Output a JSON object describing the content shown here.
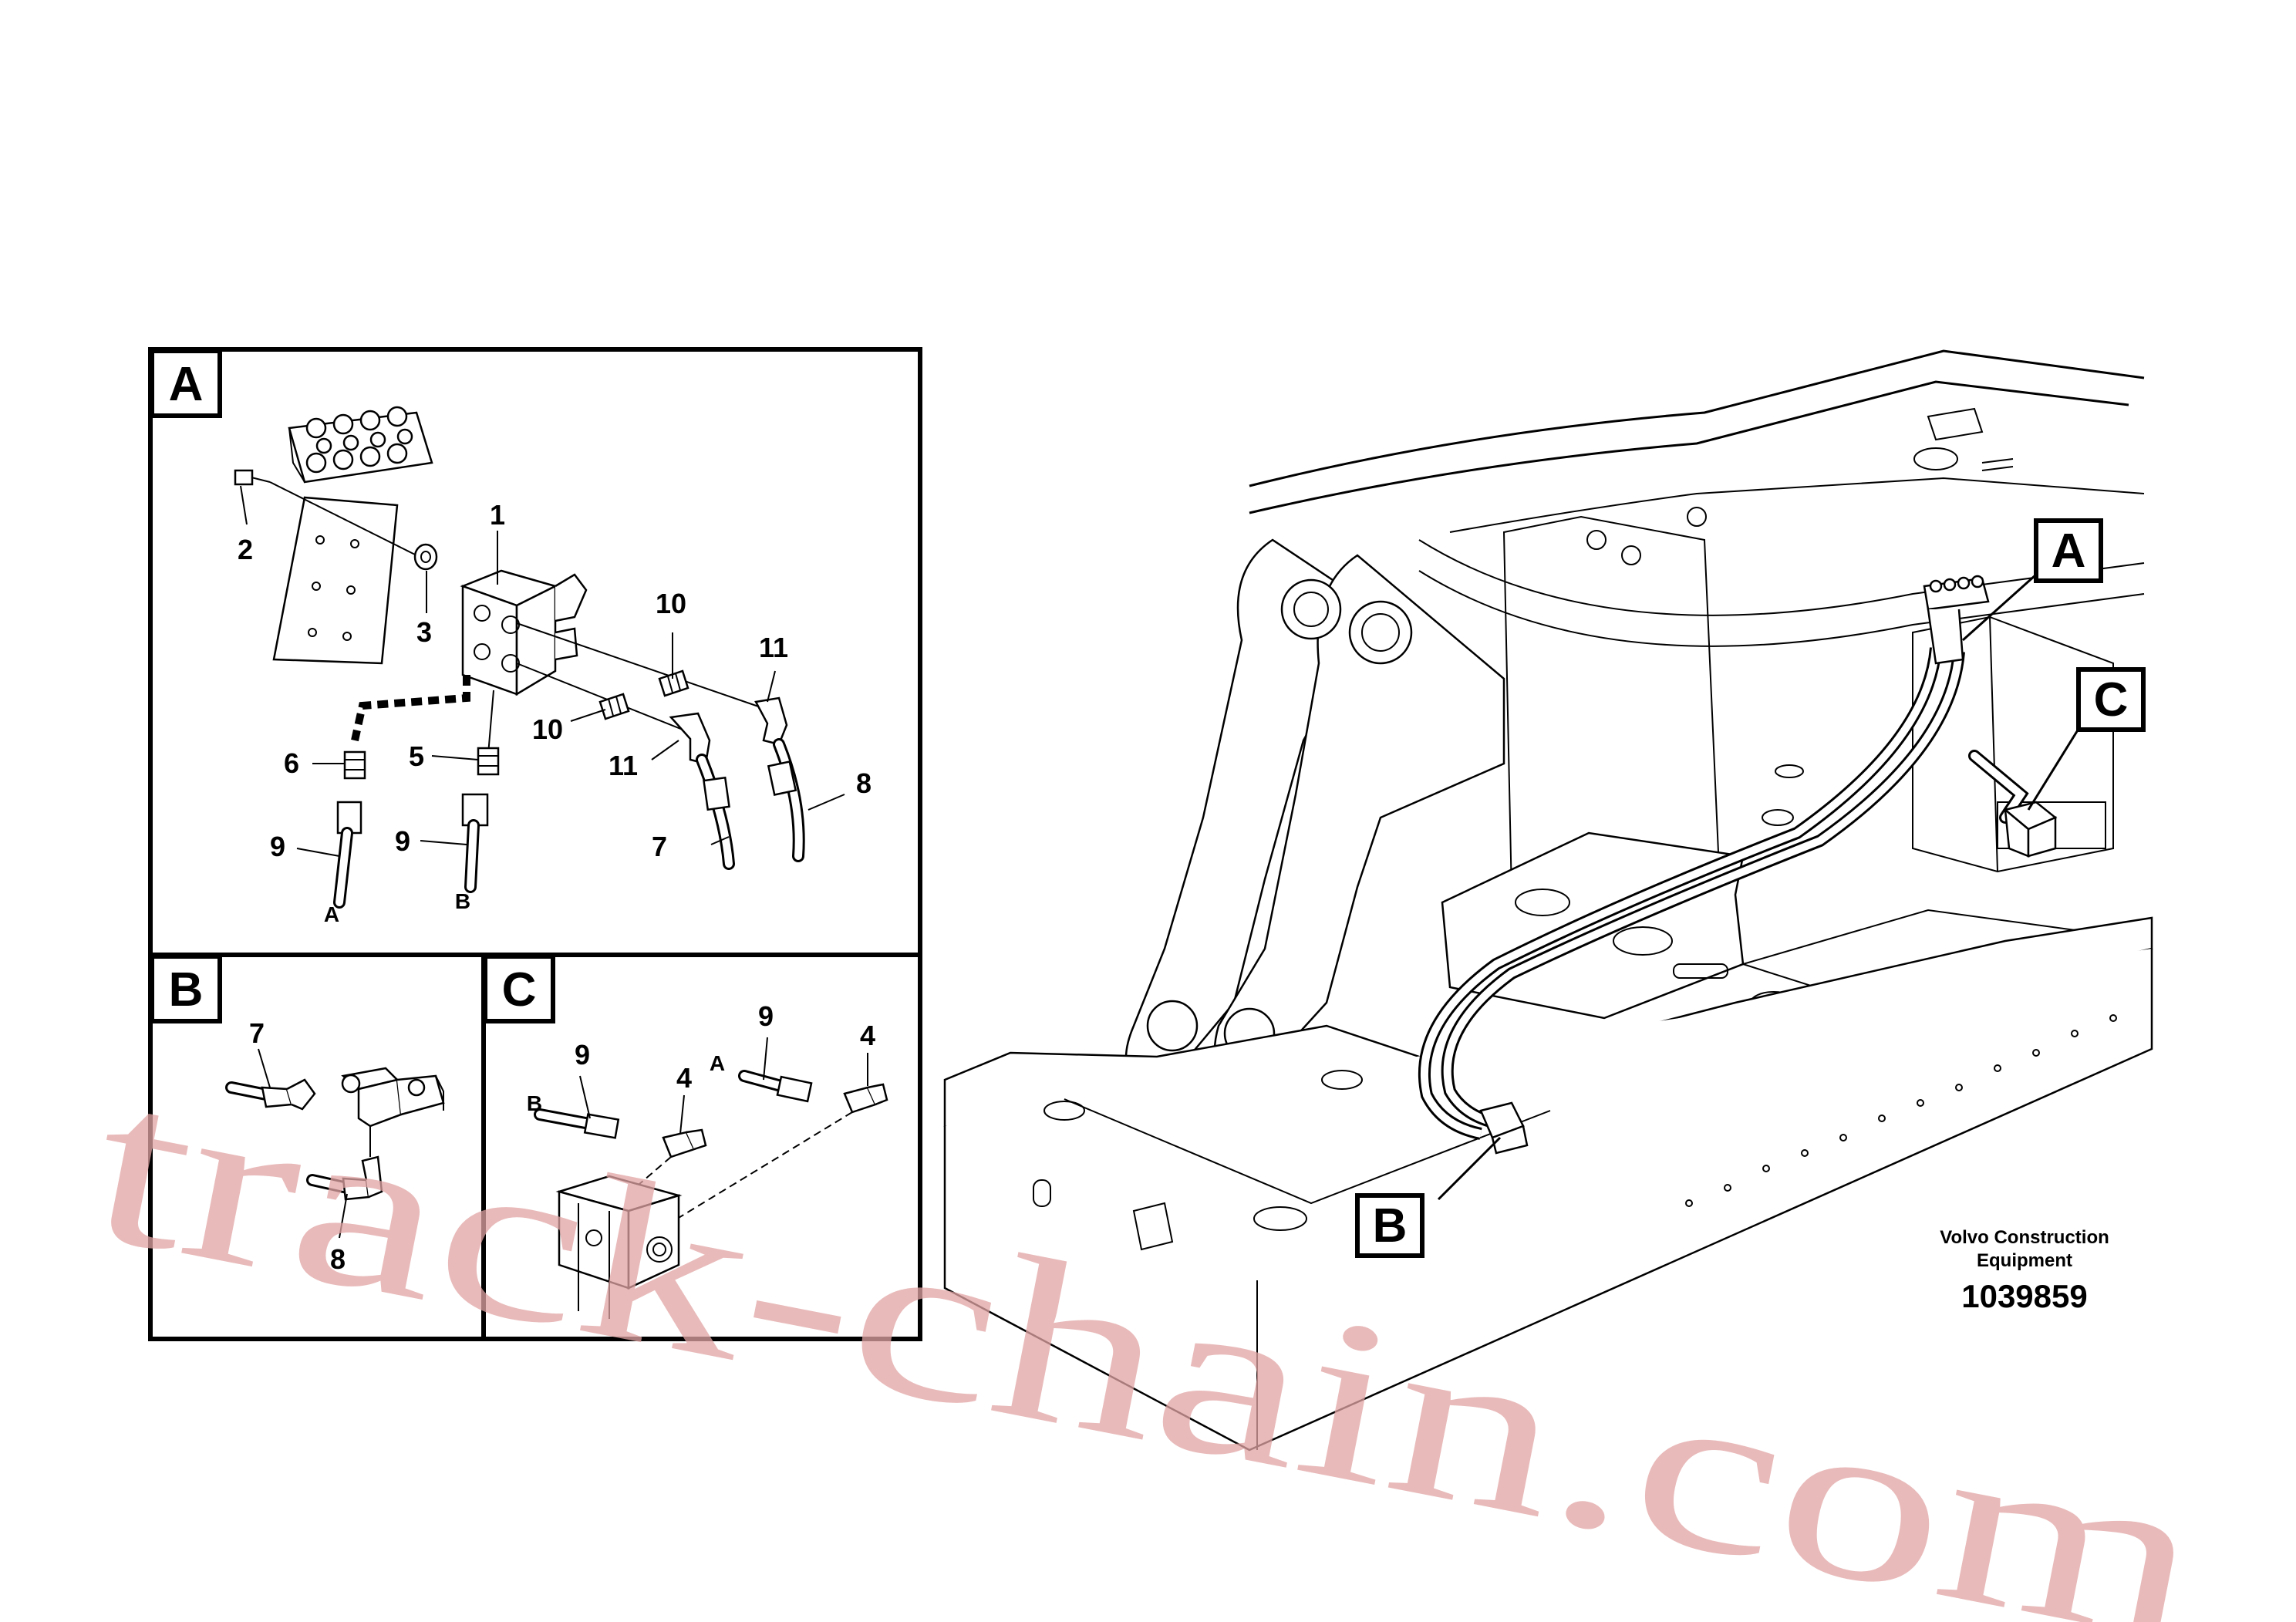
{
  "detail_a": {
    "section_label": "A",
    "callouts": {
      "c1": "1",
      "c2": "2",
      "c3": "3",
      "c5": "5",
      "c6": "6",
      "c7": "7",
      "c8": "8",
      "c9a": "9",
      "c9b": "9",
      "c10a": "10",
      "c10b": "10",
      "c11a": "11",
      "c11b": "11"
    },
    "hose_ends": {
      "left": "A",
      "right": "B"
    }
  },
  "detail_b": {
    "section_label": "B",
    "callouts": {
      "c7": "7",
      "c8": "8"
    }
  },
  "detail_c": {
    "section_label": "C",
    "callouts": {
      "c9a": "9",
      "c9b": "9",
      "c4a": "4",
      "c4b": "4"
    },
    "hose_ends": {
      "b": "B",
      "a": "A"
    }
  },
  "main_view": {
    "marker_a": "A",
    "marker_b": "B",
    "marker_c": "C"
  },
  "manufacturer": {
    "name_line1": "Volvo Construction",
    "name_line2": "Equipment",
    "drawing_number": "1039859"
  },
  "watermark": "track-chain.com"
}
